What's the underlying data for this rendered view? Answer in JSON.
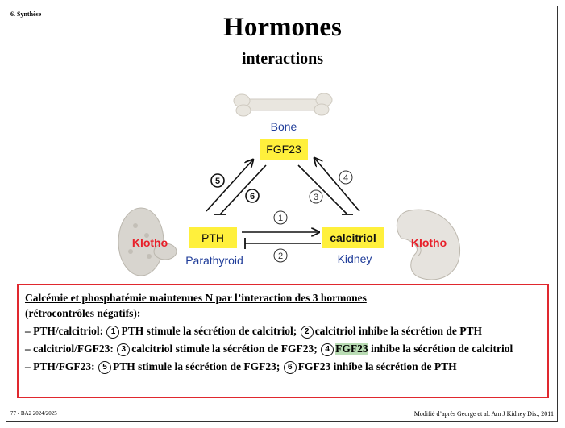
{
  "header": {
    "section": "6. Synthèse",
    "title": "Hormones",
    "subtitle": "interactions"
  },
  "diagram": {
    "bone_label": "Bone",
    "fgf23_label": "FGF23",
    "pth_label": "PTH",
    "parathyroid_label": "Parathyroid",
    "calcitriol_label": "calcitriol",
    "kidney_label": "Kidney",
    "klotho_left": "Klotho",
    "klotho_right": "Klotho",
    "step_markers": {
      "n1": "1",
      "n2": "2",
      "n3": "3",
      "n4": "4",
      "n5": "5",
      "n6": "6"
    },
    "colors": {
      "box_yellow": "#fff03c",
      "label_blue": "#1f3c99",
      "klotho_red": "#e8202a"
    }
  },
  "summary": {
    "lead": "Calcémie et phosphatémie maintenues N par l’interaction des 3 hormones",
    "lead_sub": "(rétrocontrôles négatifs):",
    "items": [
      {
        "dash": "–",
        "prefix": "PTH/calcitriol:",
        "num_a": "1",
        "text_a": "PTH stimule la sécrétion de calcitriol;",
        "num_b": "2",
        "text_b": "calcitriol inhibe la sécrétion de PTH"
      },
      {
        "dash": "–",
        "prefix": "calcitriol/FGF23:",
        "num_a": "3",
        "text_a": "calcitriol stimule la sécrétion de FGF23;",
        "num_b": "4",
        "text_b_hl": "FGF23",
        "text_b": " inhibe la sécrétion de calcitriol"
      },
      {
        "dash": "–",
        "prefix": "PTH/FGF23:",
        "num_a": "5",
        "text_a": "PTH stimule la sécrétion de FGF23;",
        "num_b": "6",
        "text_b": "FGF23 inhibe la sécrétion de PTH"
      }
    ],
    "border_color": "#e0282e"
  },
  "footer": {
    "left": "77 - BA2 2024/2025",
    "right": "Modifié d’après George et al. Am J Kidney Dis., 2011"
  }
}
